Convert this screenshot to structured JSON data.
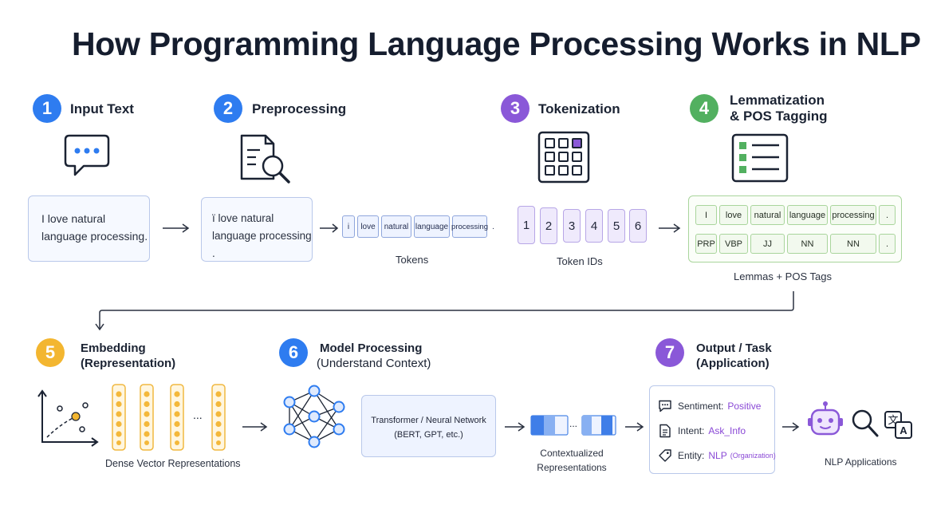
{
  "title": "How Programming Language Processing Works in NLP",
  "colors": {
    "blue": "#2e7cf0",
    "purple": "#8a58d8",
    "green": "#52b060",
    "orange": "#f3b630"
  },
  "steps": [
    {
      "number": "1",
      "title": "Input Text",
      "icon": "speech-bubble-icon"
    },
    {
      "number": "2",
      "title": "Preprocessing",
      "icon": "document-search-icon"
    },
    {
      "number": "3",
      "title": "Tokenization",
      "icon": "grid-icon"
    },
    {
      "number": "4",
      "title": "Lemmatization",
      "subtitle": "& POS Tagging",
      "icon": "checklist-icon"
    },
    {
      "number": "5",
      "title": "Embedding",
      "subtitle": "(Representation)",
      "icon": "scatter-plot-icon"
    },
    {
      "number": "6",
      "title": "Model Processing",
      "subtitle": "(Understand Context)",
      "icon": "neural-network-icon"
    },
    {
      "number": "7",
      "title": "Output / Task",
      "subtitle": "(Application)",
      "icon": "robot-icon"
    }
  ],
  "input_text": {
    "line1": "I love natural",
    "line2": "language processing."
  },
  "preprocessed_text": {
    "line1": "ï love natural",
    "line2": "language processing ."
  },
  "tokens": [
    "i",
    "love",
    "natural",
    "language",
    "processing",
    "."
  ],
  "tokens_caption": "Tokens",
  "token_ids": [
    "1",
    "2",
    "3",
    "4",
    "5",
    "6"
  ],
  "token_ids_caption": "Token IDs",
  "lemmas": [
    "I",
    "love",
    "natural",
    "language",
    "processing",
    "."
  ],
  "pos_tags": [
    "PRP",
    "VBP",
    "JJ",
    "NN",
    "NN",
    "."
  ],
  "lemmas_caption": "Lemmas + POS Tags",
  "embedding_caption": "Dense Vector Representations",
  "embedding_ellipsis": "...",
  "model_box": {
    "line1": "Transformer / Neural Network",
    "line2": "(BERT, GPT, etc.)"
  },
  "contextual": {
    "ellipsis": "...",
    "line1": "Contextualized",
    "line2": "Representations"
  },
  "output": [
    {
      "label": "Sentiment:",
      "value": "Positive",
      "icon": "chat-icon"
    },
    {
      "label": "Intent:",
      "value": "Ask_Info",
      "icon": "document-icon"
    },
    {
      "label": "Entity:",
      "value": "NLP",
      "note": "(Organization)",
      "icon": "tag-icon"
    }
  ],
  "applications_caption": "NLP Applications"
}
